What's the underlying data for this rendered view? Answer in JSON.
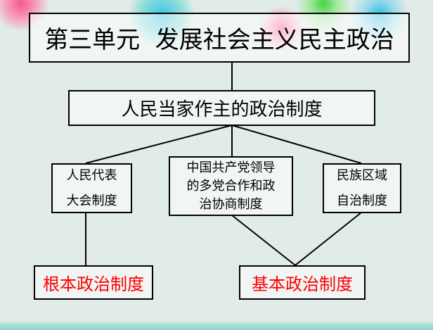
{
  "title": "第三单元  发展社会主义民主政治",
  "level2": "人民当家作主的政治制度",
  "level3": {
    "left": [
      "人民代表",
      "大会制度"
    ],
    "middle": [
      "中国共产党领导",
      "的多党合作和政",
      "治协商制度"
    ],
    "right": [
      "民族区域",
      "自治制度"
    ]
  },
  "level4": {
    "left": "根本政治制度",
    "right": "基本政治制度"
  },
  "colors": {
    "highlight": "#ff0000",
    "line": "#000000"
  }
}
